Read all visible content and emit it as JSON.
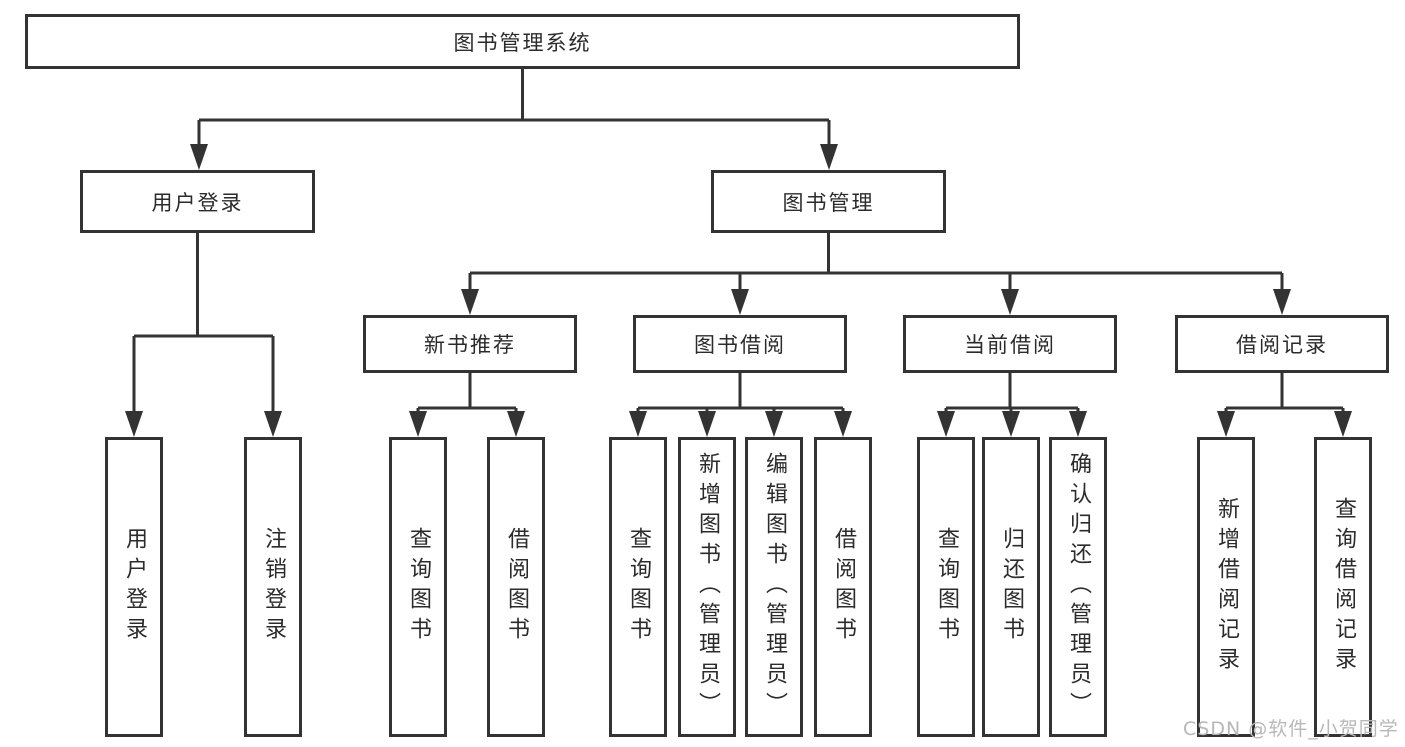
{
  "tree": {
    "label": "图书管理系统",
    "children": [
      {
        "label": "用户登录",
        "children": [
          {
            "label": "用户登录"
          },
          {
            "label": "注销登录"
          }
        ]
      },
      {
        "label": "图书管理",
        "children": [
          {
            "label": "新书推荐",
            "children": [
              {
                "label": "查询图书"
              },
              {
                "label": "借阅图书"
              }
            ]
          },
          {
            "label": "图书借阅",
            "children": [
              {
                "label": "查询图书"
              },
              {
                "label": "新增图书（管理员）"
              },
              {
                "label": "编辑图书（管理员）"
              },
              {
                "label": "借阅图书"
              }
            ]
          },
          {
            "label": "当前借阅",
            "children": [
              {
                "label": "查询图书"
              },
              {
                "label": "归还图书"
              },
              {
                "label": "确认归还（管理员）"
              }
            ]
          },
          {
            "label": "借阅记录",
            "children": [
              {
                "label": "新增借阅记录"
              },
              {
                "label": "查询借阅记录"
              }
            ]
          }
        ]
      }
    ]
  },
  "watermark": "CSDN @软件_小贺同学",
  "colors": {
    "line": "#333333",
    "text": "#2b2b2b",
    "background": "#ffffff",
    "watermark": "#b8b8b8"
  }
}
